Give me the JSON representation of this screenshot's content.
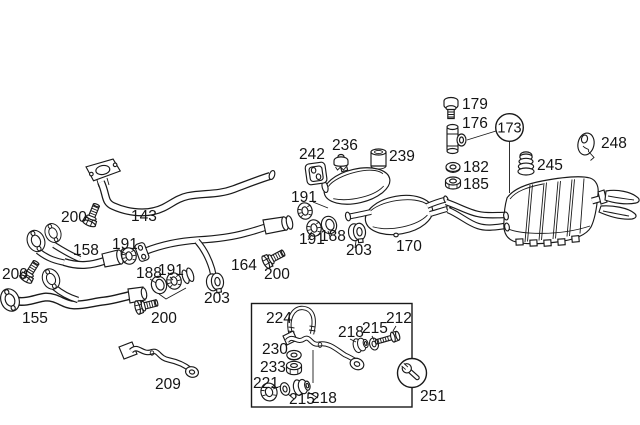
{
  "diagram_type": "exhaust-system-exploded-parts-diagram",
  "colors": {
    "line": "#1a1a1a",
    "background": "#ffffff",
    "text": "#141414"
  },
  "icons": {
    "tool_badge": "wrench-icon",
    "group_reference_badge": "circled-number"
  },
  "callouts": {
    "n143": "143",
    "n155": "155",
    "n158": "158",
    "n164": "164",
    "n170": "170",
    "n173": "173",
    "n176": "176",
    "n179": "179",
    "n182": "182",
    "n185": "185",
    "n188": "188",
    "n191": "191",
    "n200": "200",
    "n203": "203",
    "n209": "209",
    "n212": "212",
    "n215": "215",
    "n218": "218",
    "n221": "221",
    "n224": "224",
    "n230": "230",
    "n233": "233",
    "n236": "236",
    "n239": "239",
    "n242": "242",
    "n245": "245",
    "n248": "248",
    "n251": "251"
  }
}
